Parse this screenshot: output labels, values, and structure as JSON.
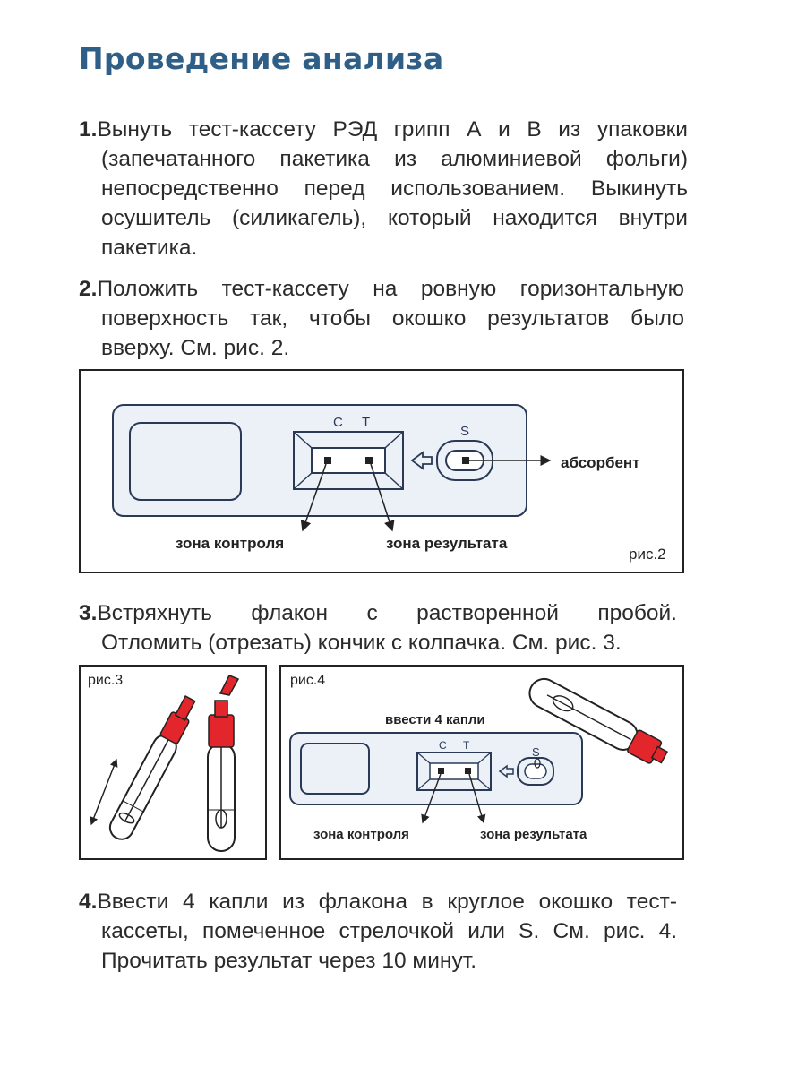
{
  "title": "Проведение анализа",
  "steps": [
    {
      "number": "1.",
      "lines": [
        "Вынуть тест-кассету РЭД грипп А и В из упаковки",
        "(запечатанного пакетика из алюминиевой фольги)",
        "непосредственно перед использованием. Выкинуть",
        "осушитель (силикагель), который находится внутри",
        "пакетика."
      ]
    },
    {
      "number": "2.",
      "lines": [
        "Положить тест-кассету на ровную горизонтальную",
        "поверхность так, чтобы окошко результатов было",
        "вверху. См. рис. 2."
      ]
    },
    {
      "number": "3.",
      "lines": [
        "Встряхнуть флакон с растворенной пробой.",
        "Отломить (отрезать) кончик с колпачка. См. рис. 3."
      ]
    },
    {
      "number": "4.",
      "lines": [
        "Ввести 4 капли из флакона в круглое окошко тест-",
        "кассеты, помеченное стрелочкой или S. См. рис. 4.",
        "Прочитать результат через 10 минут."
      ]
    }
  ],
  "fig2": {
    "label": "рис.2",
    "c": "C",
    "t": "T",
    "s": "S",
    "absorbent": "абсорбент",
    "control_zone": "зона контроля",
    "result_zone": "зона результата"
  },
  "fig3": {
    "label": "рис.3"
  },
  "fig4": {
    "label": "рис.4",
    "instruction": "ввести 4 капли",
    "c": "C",
    "t": "T",
    "s": "S",
    "control_zone": "зона контроля",
    "result_zone": "зона результата"
  },
  "colors": {
    "title": "#2f5f86",
    "cassette": "#ecf1f8",
    "cap": "#e3262b",
    "border": "#222222"
  }
}
